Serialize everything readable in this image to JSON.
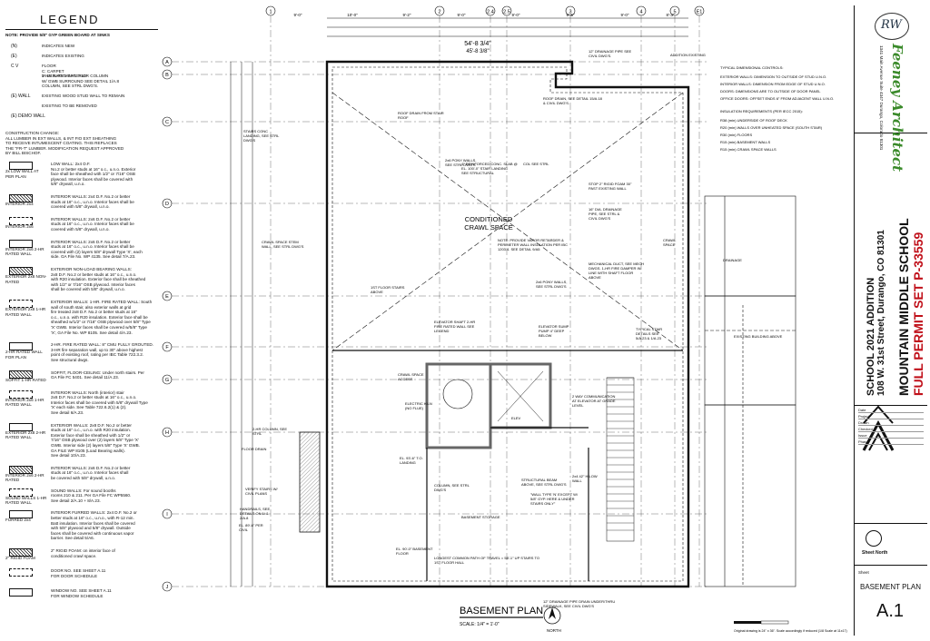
{
  "legend": {
    "title": "LEGEND",
    "note": "NOTE: PROVIDE 5/8\" GYP GREEN BOARD AT SINKS",
    "symbols": [
      {
        "sym": "(N)",
        "text": "INDICATES NEW"
      },
      {
        "sym": "(E)",
        "text": "INDICATES EXISTING"
      },
      {
        "sym": "C  V",
        "text": "FLOOR\nC: CARPET\nV: LUXURY VINYL TILE"
      },
      {
        "sym": "",
        "text": "2-HR RATED EXTERIOR COLUMN\nW/ GWB SURROUND SEE DETAIL 1/A.8"
      },
      {
        "sym": "",
        "text": "COLUMN, SEE STRL DWG'S."
      },
      {
        "sym": "(E) WALL",
        "text": "EXISTING WOOD STUD WALL TO REMAIN"
      },
      {
        "sym": "",
        "text": "EXISTING TO BE REMOVED"
      },
      {
        "sym": "(E) DEMO WALL",
        "text": ""
      }
    ],
    "construction_change": "CONSTRUCTION CHANGE:\nALL LUMBER IN EXT WALLS, & INT FIO EXT SHEATHING\nTO RECEIVE INTUMESCENT COATING. THIS REPLACES\nTHE \"FR-T\" LUMBER. MODIFICATION REQUEST APPROVED\nBY BILL BISCHOF.",
    "wall_types": [
      {
        "tag": "2x LOW WALL AT PER PLAN",
        "text": "LOW WALL: 2x4 D.F.\nNo.2 or better studs at 16\" o.c., u.n.o. Exterior\nface shall be sheathed with 1/2\" or 7/16\" OSB\nplywood. Interior faces shall be covered with\n5/8\" drywall, u.n.o."
      },
      {
        "tag": "INTERIOR 2x4",
        "text": "INTERIOR WALLS: 2x4 D.F. No.2 or better\nstuds at 16\" o.c., u.n.o. Interior faces shall be\ncovered with 5/8\" drywall, u.n.o."
      },
      {
        "tag": "INTERIOR 2x6",
        "text": "INTERIOR WALLS: 2x6 D.F. No.2 or better\nstuds at 16\" o.c., u.n.o. Interior faces shall be\ncovered with 5/8\" drywall, u.n.o."
      },
      {
        "tag": "INTERIOR 2x6 2-HR RATED WALL",
        "text": "INTERIOR WALLS: 2x6 D.F. No.2 or better\nstuds at 16\" o.c., u.n.o. Interior faces shall be\ncovered with (2) layers 5/8\" drywall Type 'X', each\nside. GA File No. WP 4135. See detail 7/A.23."
      },
      {
        "tag": "EXTERIOR 2x8 NON-RATED",
        "text": "EXTERIOR NON-LOAD BEARING WALLS:\n2x8 D.F. No.2 or better studs at 16\" o.c., u.n.o.\nwith R20 insulation. Exterior face shall be sheathed\nwith 1/2\" or 7/16\" OSB plywood. Interior faces\nshall be covered with 5/8\" drywall, u.n.o."
      },
      {
        "tag": "EXTERIOR 2x8 1-HR RATED WALL",
        "text": "EXTERIOR WALLS: 1-HR. FIRE RATED WALL: South\nwall of south stair, also exterior walls at grid\nfire treated 2x8 D.F. No.2 or better studs at 16\"\no.c., u.n.o. with R20 insulation. Exterior face shall be\nsheathed w/1/2\" or 7/16\" OSB plywood over 5/8\" Type\n'X' GWB. Interior faces shall be covered w/5/8\" Type\n'X', GA File No. WP 8105. See detail 4/A.23."
      },
      {
        "tag": "2-HR RATED WALL FOR PLAN",
        "text": "2-HR. FIRE RATED WALL: 8\" CMU FULLY GROUTED.\n3-HR fire separation wall, up to 30\" above highest\npoint of existing roof, rating per IBC Table 722.3.2.\nSee structural dwgs."
      },
      {
        "tag": "SOFFIT 1-HR RATED",
        "text": "SOFFIT, FLOOR-CEILING: Under north stairs. Per\nGA File FC 5401. See detail 11/A.23."
      },
      {
        "tag": "INTERIOR 2x6 1-HR RATED WALL",
        "text": "INTERIOR WALLS: North (interior) stair\n2x6 D.F. No.2 or better studs at 16\" o.c., u.n.o.\nInterior faces shall be covered with 5/8\" drywall Type\n'X' each side. See Table 722.6.2(1) & (2).\nSee detail 6/A.23."
      },
      {
        "tag": "EXTERIOR 2x8 2-HR RATED WALL",
        "text": "EXTERIOR WALLS: 2x8 D.F. No.2 or better\nstuds at 16\" o.c., u.n.o. with R20 insulation.\nExterior face shall be sheathed with 1/2\" or\n7/16\" OSB plywood over (2) layers 5/8\" Type 'X'\nGWB. Interior side (2) layers 5/8\" Type 'X' GWB.\nGA FILE WP 8105 (Load Bearing walls).\nSee detail 10/A.23."
      },
      {
        "tag": "INTERIOR 2x6 2-HR RATED",
        "text": "INTERIOR WALLS: 2x6 D.F. No.2 or better\nstuds at 16\" o.c., u.n.o. Interior faces shall\nbe covered with 5/8\" drywall, u.n.o."
      },
      {
        "tag": "SOUND WALLS 1-HR RATED WALL",
        "text": "SOUND WALLS: For sound booths\nrooms 210 & 211. Per GA File FC WP5560.\nSee detail 2/A.10 + 8/A.23."
      },
      {
        "tag": "FURRED 2x4",
        "text": "INTERIOR FURRED WALLS: 2x4 D.F. No.2 or\nbetter studs at 16\" o.c., u.n.o., with R-12 min.\nBatt insulation. Interior faces shall be covered\nwith 5/8\" plywood and 5/8\" drywall. Outside\nfaces shall be covered with continuous vapor\nbarrier. See detail 5/A6."
      },
      {
        "tag": "2\" RIGID FOAM",
        "text": "2\" RIGID FOAM: on interior face of\nconditioned crawl space."
      },
      {
        "tag": "",
        "text": "DOOR NO. SEE SHEET A.11\nFOR DOOR SCHEDULE"
      },
      {
        "tag": "",
        "text": "WINDOW NO. SEE SHEET A.11\nFOR WINDOW SCHEDULE"
      }
    ]
  },
  "plan": {
    "grid_top": [
      "1",
      "2",
      "2.4",
      "2.5",
      "3",
      "4",
      "5",
      "E1"
    ],
    "grid_side": [
      "A",
      "B",
      "C",
      "D",
      "E",
      "F",
      "G",
      "H",
      "I",
      "J"
    ],
    "dims_top": [
      "9'-0\"",
      "10'-0\"",
      "9'-2\"",
      "9'-0\"",
      "9'-0\"",
      "9'-5\"",
      "9'-0\"",
      "8'-3\""
    ],
    "overall_dim": "54'-8 3/4\"",
    "sub_dim": "45'-8 3/8\"",
    "title": "BASEMENT PLAN",
    "scale": "SCALE: 1/4\" = 1'-0\"",
    "north_label": "NORTH",
    "crawl_label": "CONDITIONED\nCRAWL SPACE",
    "notes": [
      "ROOF DRAIN, SEE DETAIL 15/A.18 & CIVIL DWG'S.",
      "12\" DRAINAGE PIPE SEE CIVIL DWG'S.",
      "ADDITION  EXISTING",
      "TYPICAL DIMENSIONAL CONTROLS:",
      "EXTERIOR WALLS: DIMENSION TO OUTSIDE OF STUD U.N.O.",
      "INTERIOR WALLS: DIMENSION FROM EDGE OF STUD U.N.O.",
      "DOORS: DIMENSIONS ARE TO OUTSIDE OF DOOR PANEL",
      "OFFICE DOORS: OFFSET ENDS 6\" FROM ADJACENT WALL U.N.O.",
      "INSULATION REQUIREMENTS (PER IECC 2015):",
      "R38 (min) UNDERSIDE OF ROOF DECK",
      "R20 (min) WALLS OVER UNHEATED SPACE (SOUTH STAIR)",
      "R30 (min) FLOORS",
      "R15 (min) BASEMENT WALLS",
      "R15 (min) CRAWL SPACE WALLS",
      "STAIRS CONC LANDING, SEE STRL DWG'S",
      "ROOF DRAIN FROM STAIR ROOF",
      "4\" REINFORCED CONC. SLAB @ EL. 100'-0\" STAIR LANDING SEE STRUCTURAL",
      "2x6 PONY WALLS, SEE STRL DWG'S",
      "COL SEE STRL",
      "CRAWL SPACE STEM WALL, SEE STRL DWG'S",
      "NOTE: PROVIDE VAPOR RETARDER & PERIMETER WALL INSULATION PER IBC 1203.4. SEE DETAIL 9/A5",
      "16\" DIA. DRAINAGE PIPE, SEE STRL & CIVIL DWG'S",
      "STOP 2\" RIGID FOAM 30\" PAST EXISTING WALL",
      "MECHANICAL DUCT, SEE MECH DWGS. 1-HR FIRE DAMPER IN LINE WITH SHAFT FLOOR ABOVE",
      "1ST FLOOR STAIRS ABOVE",
      "2x6 PONY WALLS, SEE STRL DWG'S",
      "ELEVATOR SHAFT 2-HR FIRE RATED WALL SEE LEGEND",
      "ELEVATOR SUMP PUMP 4\" DEEP BELOW",
      "TYPICAL STAIR DETAILS SEE 5/A.23 & 1/A.23",
      "EXISTING BUILDING ABOVE",
      "CRAWL SPACE ACCESS",
      "ELECTRIC KILN (NO FLUE)",
      "ELEV",
      "2-HR COLUMN, SEE STRL",
      "FLOOR DRAIN",
      "EL. 93'-6\" T.O. LANDING",
      "VERIFY STAIRS W/ CIVIL PLANS",
      "HANDRAILS, SEE DETAILS ON 1/ & 2/A.8",
      "EL. 89'-6\" PER CIVIL",
      "BASEMENT STORAGE",
      "EL. 90'-0\" BASEMENT FLOOR",
      "COLUMN, SEE STRL DWG'S",
      "STRUCTURAL BEAM ABOVE, SEE STRL DWG'S",
      "2x4 42\" H LOW WALL",
      "\"WALL TYPE 'N' EXCEPT W/ 5/8\" GYP. HERE & UNDER STAIRS ONLY\"",
      "2 WAY COMMUNICATION AT ELEVATOR AT GRADE LEVEL",
      "LONGEST COMMON PATH OF TRAVEL = 58'-1\" UP STAIRS TO 1ST FLOOR HALL",
      "12\" DRAINAGE PIPE DRAIN UNDER/THRU SIDEWALK, SEE CIVIL DWG'S",
      "CRAWL SPACE",
      "DRAINAGE"
    ]
  },
  "title_block": {
    "architect": "Feeney Architect",
    "architect_addr": "1341 Main Avenue Suite 4347 Durango, Colorado 81301",
    "project_name": "MOUNTAIN MIDDLE SCHOOL",
    "permit": "FULL PERMIT SET P-33559",
    "project_sub": "SCHOOL 2021 ADDITION",
    "project_addr": "108 W. 31st Street, Durango, CO 81301",
    "rev_labels": [
      "Date",
      "Project",
      "Drawn",
      "Checked",
      "Issue",
      "Phase"
    ],
    "north_text": "Sheet North",
    "sheet_label": "Sheet",
    "sheet_title": "BASEMENT PLAN",
    "sheet_number": "A.1"
  },
  "footnote": "Original drawing is 24\" x 36\". Scale accordingly if reduced (1/8 Scale at 11x17)"
}
